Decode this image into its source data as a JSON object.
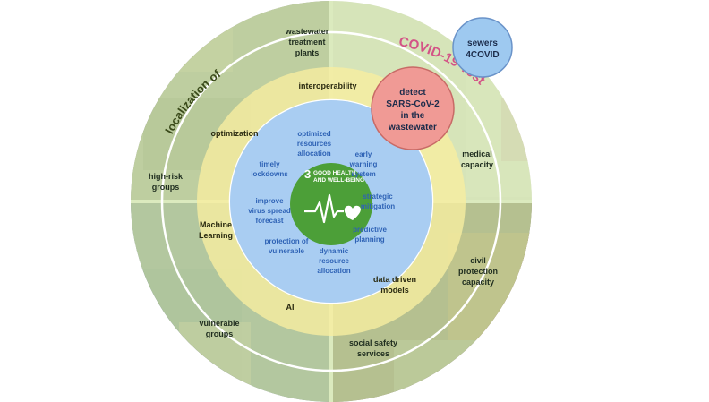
{
  "bubbles": {
    "sewers": [
      "sewers",
      "4COVID"
    ],
    "detect": [
      "detect",
      "SARS-CoV-2",
      "in the",
      "wastewater"
    ]
  },
  "arc_labels": {
    "localization": "localization of",
    "covid_test": "COVID-19 Test"
  },
  "outer_ring": {
    "wastewater": [
      "wastewater",
      "treatment",
      "plants"
    ],
    "medical": [
      "medical",
      "capacity"
    ],
    "civil": [
      "civil",
      "protection",
      "capacity"
    ],
    "social": [
      "social safety",
      "services"
    ],
    "vulnerable_groups": [
      "vulnerable",
      "groups"
    ],
    "high_risk": [
      "high-risk",
      "groups"
    ]
  },
  "middle_ring": {
    "interoperability": [
      "interoperability"
    ],
    "optimization": [
      "optimization"
    ],
    "machine_learning": [
      "Machine",
      "Learning"
    ],
    "ai": [
      "AI"
    ],
    "data_driven": [
      "data driven",
      "models"
    ]
  },
  "inner_ring": {
    "optimized": [
      "optimized",
      "resources",
      "allocation"
    ],
    "early": [
      "early",
      "warning",
      "system"
    ],
    "timely": [
      "timely",
      "lockdowns"
    ],
    "strategic": [
      "strategic",
      "mitigation"
    ],
    "improve": [
      "improve",
      "virus spread",
      "forecast"
    ],
    "predictive": [
      "predictive",
      "planning"
    ],
    "protection": [
      "protection of",
      "vulnerable"
    ],
    "dynamic": [
      "dynamic",
      "resource",
      "allocation"
    ]
  },
  "sdg": {
    "number": "3",
    "line1": "GOOD HEALTH",
    "line2": "AND WELL-BEING"
  },
  "colors": {
    "outer_ring": "#cfe3a8",
    "middle_ring": "#f7eda0",
    "inner_ring": "#a9cdf2",
    "sdg_green": "#4c9f38",
    "sewers_bubble": "#9ec9f0",
    "detect_bubble": "#f09a95"
  }
}
